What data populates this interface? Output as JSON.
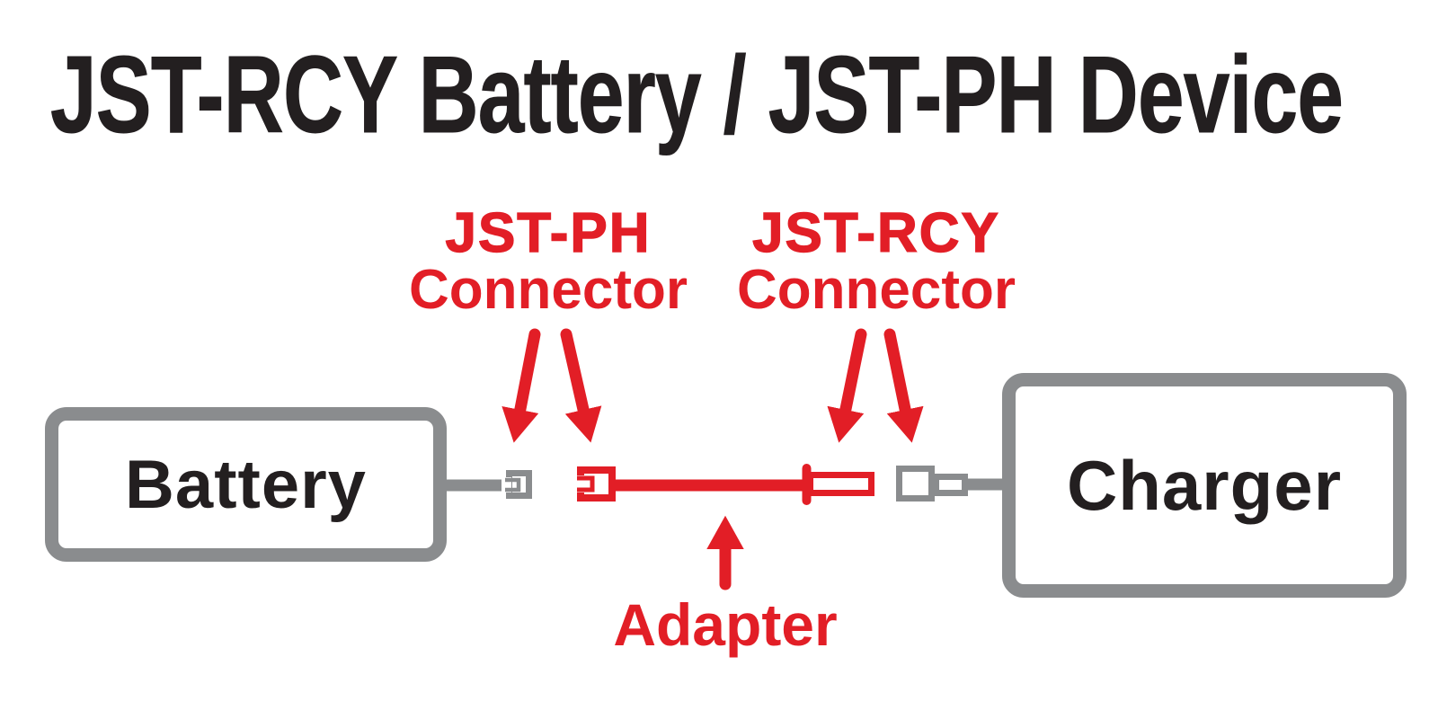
{
  "title": "JST-RCY Battery / JST-PH Device",
  "callouts": {
    "left": {
      "line1": "JST-PH",
      "line2": "Connector"
    },
    "right": {
      "line1": "JST-RCY",
      "line2": "Connector"
    },
    "adapter": {
      "label": "Adapter"
    }
  },
  "nodes": {
    "battery": {
      "label": "Battery"
    },
    "charger": {
      "label": "Charger"
    }
  },
  "icons": {
    "down_arrow": "▼",
    "up_arrow": "▲"
  },
  "colors": {
    "red": "#E21E26",
    "gray": "#8A8C8E",
    "text_black": "#231F20",
    "background": "#FFFFFF"
  }
}
